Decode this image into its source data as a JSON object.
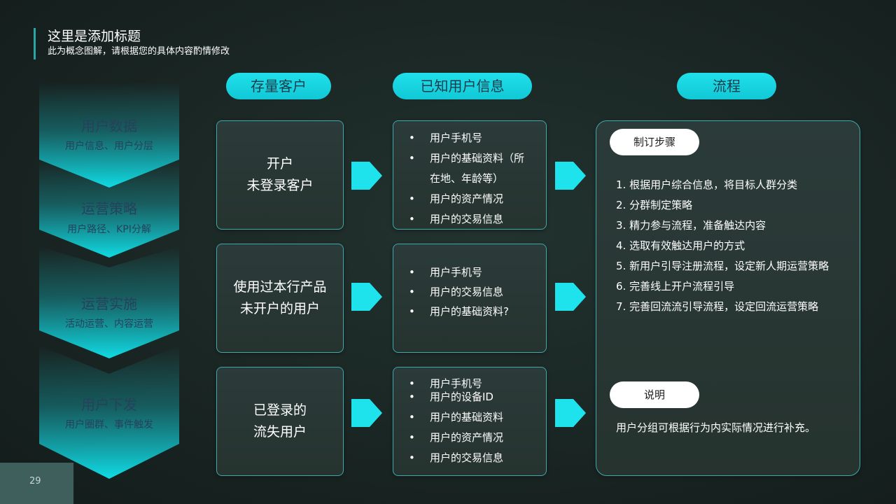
{
  "header": {
    "title": "这里是添加标题",
    "subtitle": "此为概念图解，请根据您的具体内容酌情修改"
  },
  "stages": [
    {
      "title": "用户数据",
      "subtitle": "用户信息、用户分层"
    },
    {
      "title": "运营策略",
      "subtitle": "用户路径、KPI分解"
    },
    {
      "title": "运营实施",
      "subtitle": "活动运营、内容运营"
    },
    {
      "title": "用户下发",
      "subtitle": "用户圈群、事件触发"
    }
  ],
  "columns": {
    "col1": "存量客户",
    "col2": "已知用户信息",
    "col3": "流程"
  },
  "rows": [
    {
      "segment": [
        "开户",
        "未登录客户"
      ],
      "info": [
        "用户手机号",
        "用户的基础资料（所",
        "在地、年龄等）",
        "用户的资产情况",
        "用户的交易信息"
      ]
    },
    {
      "segment": [
        "使用过本行产品",
        "未开户的用户"
      ],
      "info": [
        "用户手机号",
        "用户的交易信息",
        "用户的基础资料?"
      ]
    },
    {
      "segment": [
        "已登录的",
        "流失用户"
      ],
      "info": [
        "用户手机号",
        "用户的设备ID",
        "用户的基础资料",
        "用户的资产情况",
        "用户的交易信息"
      ]
    }
  ],
  "process": {
    "steps_label": "制订步骤",
    "steps": [
      "1.  根据用户综合信息，将目标人群分类",
      "2.  分群制定策略",
      "3.  精力参与流程，准备触达内容",
      "4.  选取有效触达用户的方式",
      "5.  新用户引导注册流程，设定新人期运营策略",
      "6.  完善线上开户流程引导",
      "7.  完善回流流引导流程，设定回流运营策略"
    ],
    "note_label": "说明",
    "note": "用户分组可根据行为内实际情况进行补充。"
  },
  "page_number": "29",
  "colors": {
    "accent": "#1ee3ed",
    "chevron": "#17d4dc",
    "border": "#3fa9ab",
    "background": "#1a2624"
  }
}
